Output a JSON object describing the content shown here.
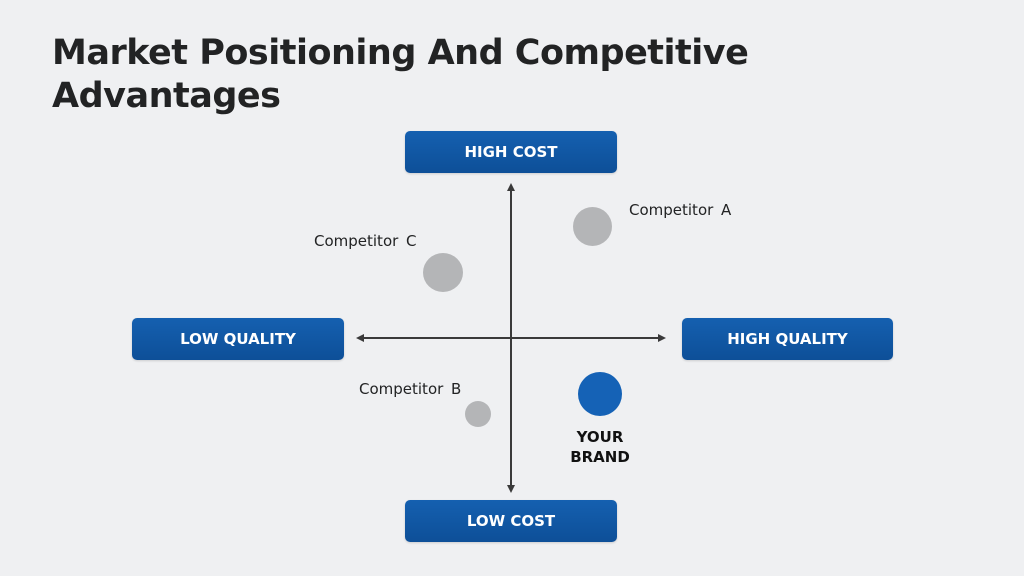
{
  "title": "Market Positioning And Competitive Advantages",
  "axes": {
    "top": "HIGH COST",
    "bottom": "LOW COST",
    "left": "LOW QUALITY",
    "right": "HIGH QUALITY"
  },
  "points": [
    {
      "name": "Competitor A",
      "quadrant": "high cost / high quality"
    },
    {
      "name": "Competitor C",
      "quadrant": "high cost / low quality"
    },
    {
      "name": "Competitor B",
      "quadrant": "low cost / low quality"
    },
    {
      "name": "YOUR BRAND",
      "quadrant": "low cost / high quality"
    }
  ],
  "brand": {
    "line1": "YOUR",
    "line2": "BRAND"
  },
  "colors": {
    "accent": "#0d4f98",
    "brand_dot": "#1562b6",
    "competitor_dot": "#b4b5b7",
    "axis_line": "#3a3a3a",
    "background": "#eff0f2"
  }
}
